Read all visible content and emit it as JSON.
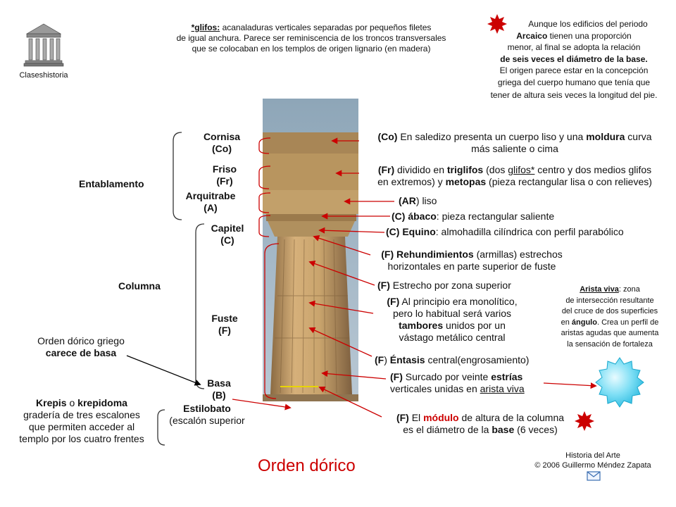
{
  "logo": {
    "label": "Claseshistoria",
    "icon": "greek-temple-icon"
  },
  "glifos_note": {
    "term": "*glifos:",
    "line1": " acanaladuras verticales separadas por pequeños filetes",
    "line2": "de igual anchura. Parece ser reminiscencia de los troncos transversales",
    "line3": "que se colocaban en los templos de origen lignario (en madera)"
  },
  "proportion_note": {
    "line1": "Aunque los edificios del periodo",
    "line2": "Arcaico",
    "line2b": " tienen una proporción",
    "line3": "menor, al final se adopta la relación",
    "line4": "de seis veces el diámetro de la base.",
    "line5": "El origen parece estar en la concepción",
    "line6": "griega del cuerpo humano que tenía que",
    "line7": "tener de altura seis veces la longitud del pie."
  },
  "parts": {
    "cornisa": [
      "Cornisa",
      "(Co)"
    ],
    "friso": [
      "Friso",
      "(Fr)"
    ],
    "arquitrabe": [
      "Arquitrabe",
      "(A)"
    ],
    "capitel": [
      "Capitel",
      "(C)"
    ],
    "fuste": [
      "Fuste",
      "(F)"
    ],
    "basa": [
      "Basa",
      "(B)"
    ],
    "estilobato": [
      "Estilobato",
      "(escalón superior"
    ]
  },
  "groups": {
    "entablamento": "Entablamento",
    "columna": "Columna"
  },
  "side_notes": {
    "orden_griego": [
      "Orden dórico griego",
      "carece de basa"
    ],
    "krepis": {
      "w1": "Krepis",
      "w2": " o ",
      "w3": "krepidoma",
      "l2": "gradería de tres escalones",
      "l3": "que permiten acceder al",
      "l4": "templo por los cuatro frentes"
    }
  },
  "descriptions": {
    "co": {
      "a": "(Co)",
      "b": " En saledizo presenta un cuerpo liso y una ",
      "c": "moldura",
      "d": " curva",
      "e": "más saliente o cima"
    },
    "fr": {
      "a": "(Fr)",
      "b": " dividido en ",
      "c": "triglifos",
      "d": " (dos ",
      "e": "glifos*",
      "f": " centro y dos medios glifos",
      "g": "en extremos) y ",
      "h": "metopas",
      "i": " (pieza rectangular lisa o con relieves)"
    },
    "ar": {
      "a": "(AR",
      "b": ") liso"
    },
    "abaco": {
      "a": "(C) ábaco",
      "b": ": pieza rectangular saliente"
    },
    "equino": {
      "a": "(C) Equino",
      "b": ": almohadilla cilíndrica con perfil parabólico"
    },
    "rehund": {
      "a": "(F) Rehundimientos",
      "b": " (armillas) estrechos",
      "c": "horizontales en parte superior de fuste"
    },
    "estrecho": {
      "a": "(F)",
      "b": " Estrecho por zona superior"
    },
    "monolitico": {
      "a": "(F)",
      "b": " Al principio era monolítico,",
      "c": "pero lo habitual será varios",
      "d": "tambores",
      "e": " unidos por un",
      "f": "vástago metálico central"
    },
    "entasis": {
      "a": "(F",
      "b": ") ",
      "c": "Éntasis",
      "d": " central(engrosamiento)"
    },
    "surcado": {
      "a": "(F)",
      "b": " Surcado por veinte ",
      "c": "estrías",
      "d": "verticales unidas en ",
      "e": "arista viva"
    },
    "modulo": {
      "a": "(F)",
      "b": " El ",
      "c": "módulo",
      "d": " de altura de la columna",
      "e": "es el diámetro de la ",
      "f": "base",
      "g": " (6 veces)"
    }
  },
  "arista_note": {
    "term": "Arista viva",
    "colon": ": zona",
    "l2": "de intersección resultante",
    "l3": "del cruce de dos superficies",
    "l4a": "en ",
    "l4b": "ángulo",
    "l4c": ". Crea un perfil de",
    "l5": "aristas agudas que aumenta",
    "l6": "la sensación de fortaleza"
  },
  "title": "Orden dórico",
  "credits": {
    "l1": "Historia del Arte",
    "l2": "© 2006 Guillermo Méndez Zapata"
  },
  "colors": {
    "red": "#cc0000",
    "cyan": "#33ccee",
    "stone": "#c9a46d",
    "sky": "#9fb8cc"
  }
}
